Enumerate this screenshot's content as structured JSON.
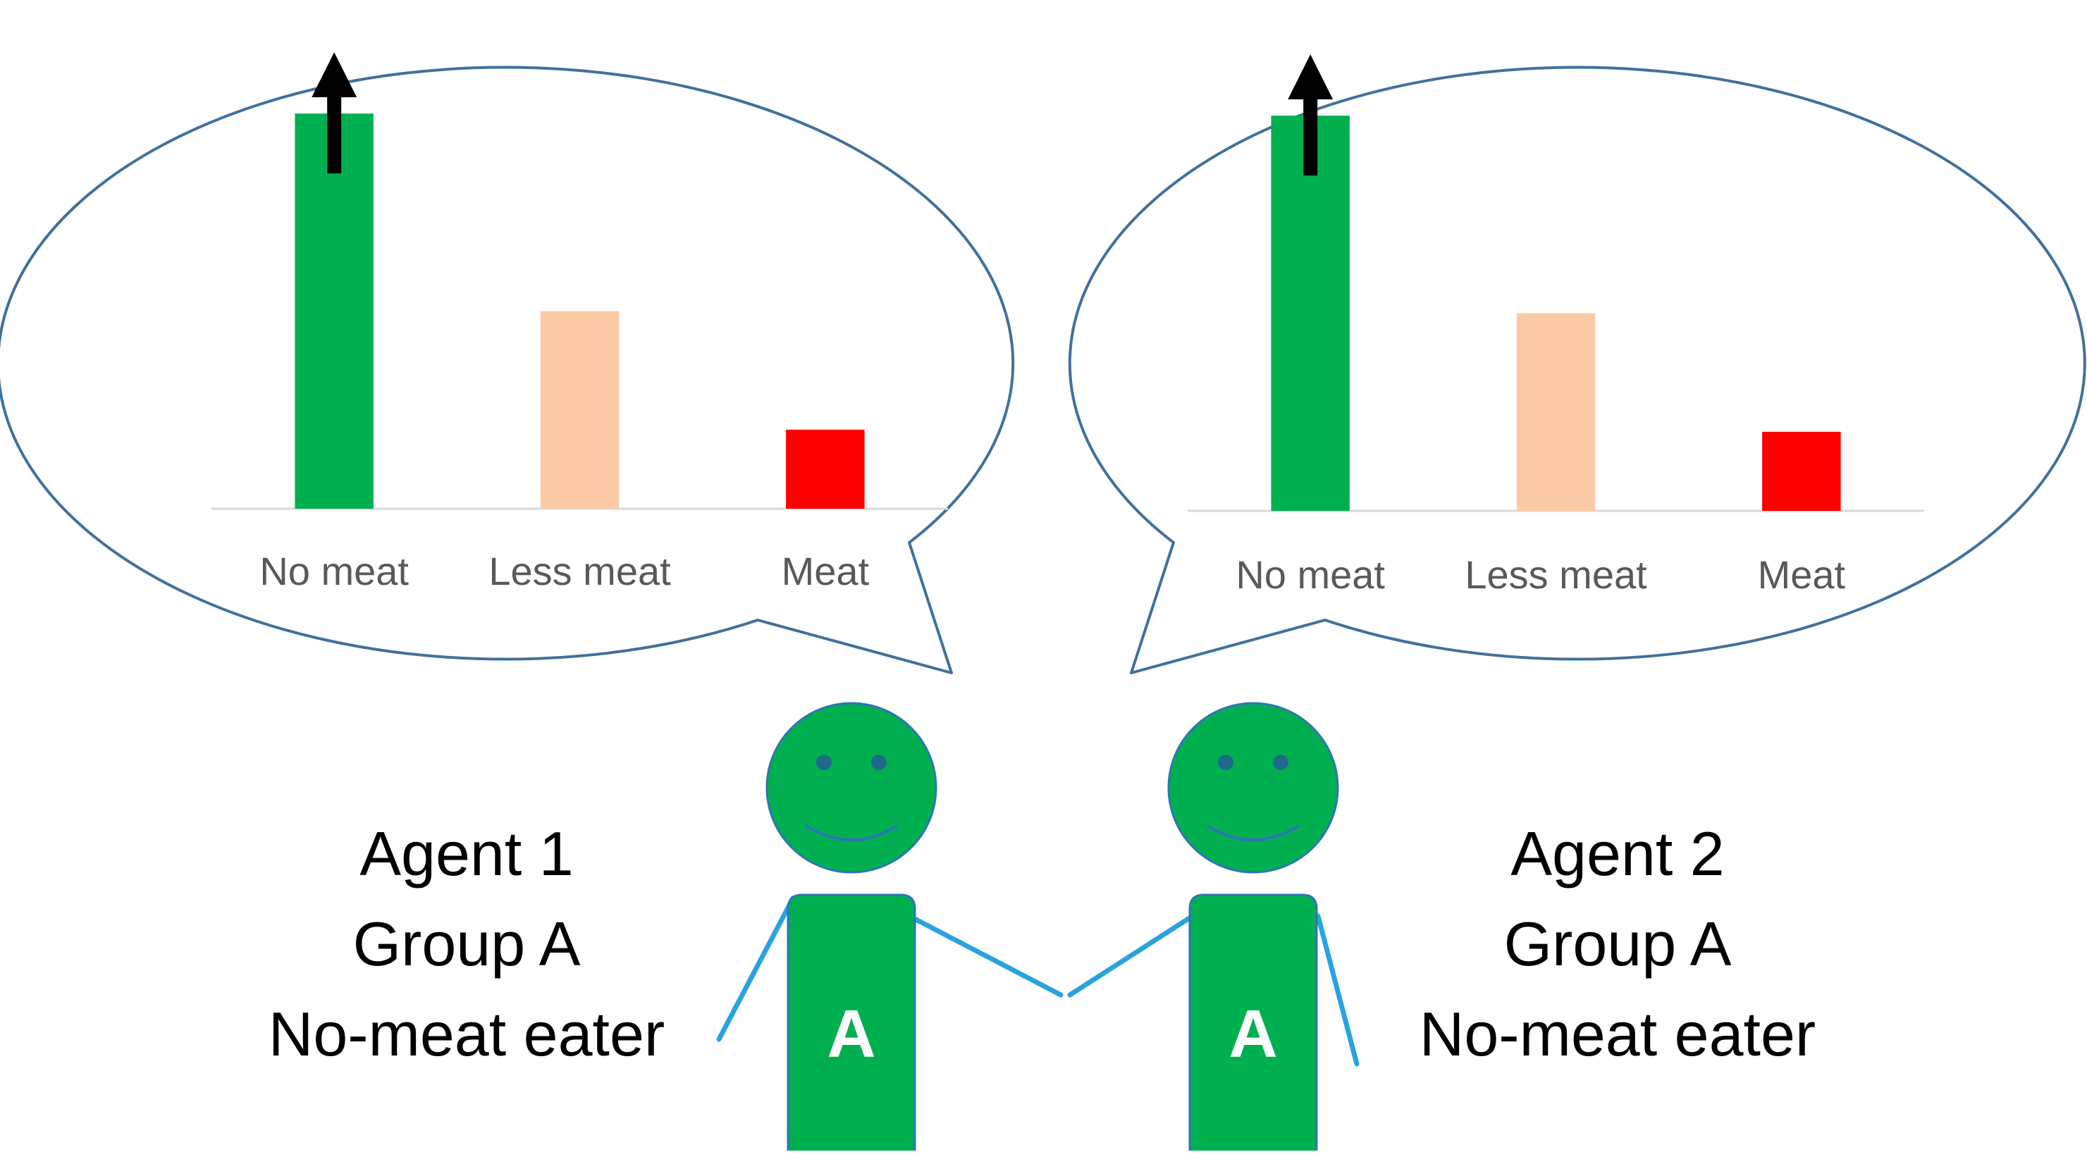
{
  "colors": {
    "bubble_stroke": "#41719c",
    "no_meat": "#00b050",
    "less_meat": "#fbcba8",
    "meat": "#ff0000",
    "axis": "#d9d9d9",
    "agent_green": "#00b050",
    "agent_outline": "#2e75b6",
    "arm": "#29a3e0",
    "arrow": "#000000"
  },
  "icons": {
    "increase_marker": "up-arrow-icon",
    "agent_face": "smiley-face-icon"
  },
  "chart_data": [
    {
      "type": "bar",
      "categories": [
        "No meat",
        "Less meat",
        "Meat"
      ],
      "values": [
        100,
        50,
        20
      ],
      "ylim": [
        0,
        115
      ],
      "grid": false,
      "annotations": [
        {
          "category": "No meat",
          "marker": "up-arrow"
        }
      ]
    },
    {
      "type": "bar",
      "categories": [
        "No meat",
        "Less meat",
        "Meat"
      ],
      "values": [
        100,
        50,
        20
      ],
      "ylim": [
        0,
        115
      ],
      "grid": false,
      "annotations": [
        {
          "category": "No meat",
          "marker": "up-arrow"
        }
      ]
    }
  ],
  "agents": [
    {
      "name": "Agent 1",
      "group": "Group A",
      "diet": "No-meat eater",
      "shirt_letter": "A"
    },
    {
      "name": "Agent 2",
      "group": "Group A",
      "diet": "No-meat eater",
      "shirt_letter": "A"
    }
  ]
}
